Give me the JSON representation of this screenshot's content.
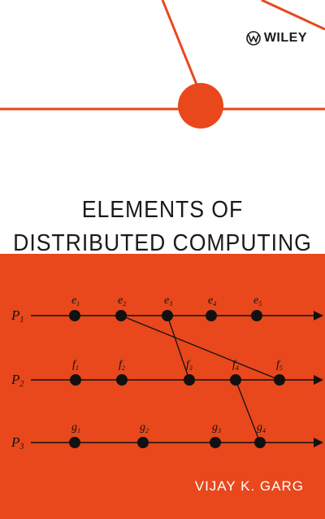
{
  "publisher": {
    "name": "WILEY",
    "logo": "wiley-logo"
  },
  "title": {
    "line1": "ELEMENTS OF",
    "line2": "DISTRIBUTED COMPUTING"
  },
  "author": "VIJAY K. GARG",
  "colors": {
    "accent": "#e8481c",
    "ink": "#111111",
    "paper": "#ffffff"
  },
  "diagram": {
    "processes": [
      {
        "name": "P",
        "sub": "1"
      },
      {
        "name": "P",
        "sub": "2"
      },
      {
        "name": "P",
        "sub": "3"
      }
    ],
    "events": [
      [
        {
          "l": "e",
          "s": "1"
        },
        {
          "l": "e",
          "s": "2"
        },
        {
          "l": "e",
          "s": "3"
        },
        {
          "l": "e",
          "s": "4"
        },
        {
          "l": "e",
          "s": "5"
        }
      ],
      [
        {
          "l": "f",
          "s": "1"
        },
        {
          "l": "f",
          "s": "2"
        },
        {
          "l": "f",
          "s": "3"
        },
        {
          "l": "f",
          "s": "4"
        },
        {
          "l": "f",
          "s": "5"
        }
      ],
      [
        {
          "l": "g",
          "s": "1"
        },
        {
          "l": "g",
          "s": "2"
        },
        {
          "l": "g",
          "s": "3"
        },
        {
          "l": "g",
          "s": "4"
        }
      ]
    ],
    "messages": [
      {
        "from": "e3",
        "to": "f3"
      },
      {
        "from": "e2",
        "to": "f5"
      },
      {
        "from": "f4",
        "to": "g4"
      }
    ]
  }
}
